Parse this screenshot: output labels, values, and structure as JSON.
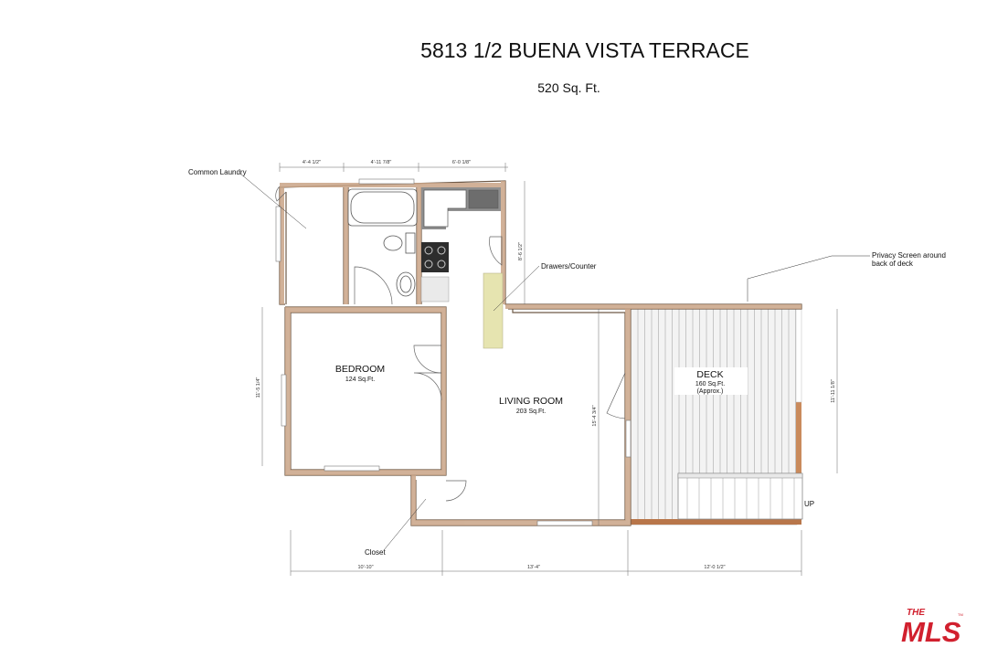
{
  "plan": {
    "title": "5813 1/2 BUENA VISTA TERRACE",
    "total_area": "520 Sq. Ft."
  },
  "rooms": {
    "bedroom": {
      "name": "BEDROOM",
      "area": "124 Sq.Ft."
    },
    "living": {
      "name": "LIVING ROOM",
      "area": "203 Sq.Ft."
    },
    "deck": {
      "name": "DECK",
      "area": "160 Sq.Ft.",
      "note": "(Approx.)"
    }
  },
  "annotations": {
    "laundry": "Common Laundry",
    "drawers": "Drawers/Counter",
    "privacy_line1": "Privacy Screen around",
    "privacy_line2": "back of deck",
    "closet": "Closet",
    "up": "UP"
  },
  "dimensions": {
    "top1": "4'-4 1/2\"",
    "top2": "4'-11 7/8\"",
    "top3": "6'-0 1/8\"",
    "kitchen_right": "8'-6 1/2\"",
    "bedroom_left": "11'-5 1/4\"",
    "living_height": "15'-4 3/4\"",
    "deck_right": "11'-11 1/8\"",
    "bottom1": "10'-10\"",
    "bottom2": "13'-4\"",
    "bottom3": "12'-0 1/2\""
  },
  "logo": {
    "small": "THE",
    "main": "MLS",
    "tm": "TM"
  },
  "colors": {
    "wall": "#c9a487",
    "deck_edge": "#b8764a",
    "counter": "#e6e4b0",
    "fixture_gray": "#8a8a8a",
    "logo_red": "#d1202e"
  }
}
